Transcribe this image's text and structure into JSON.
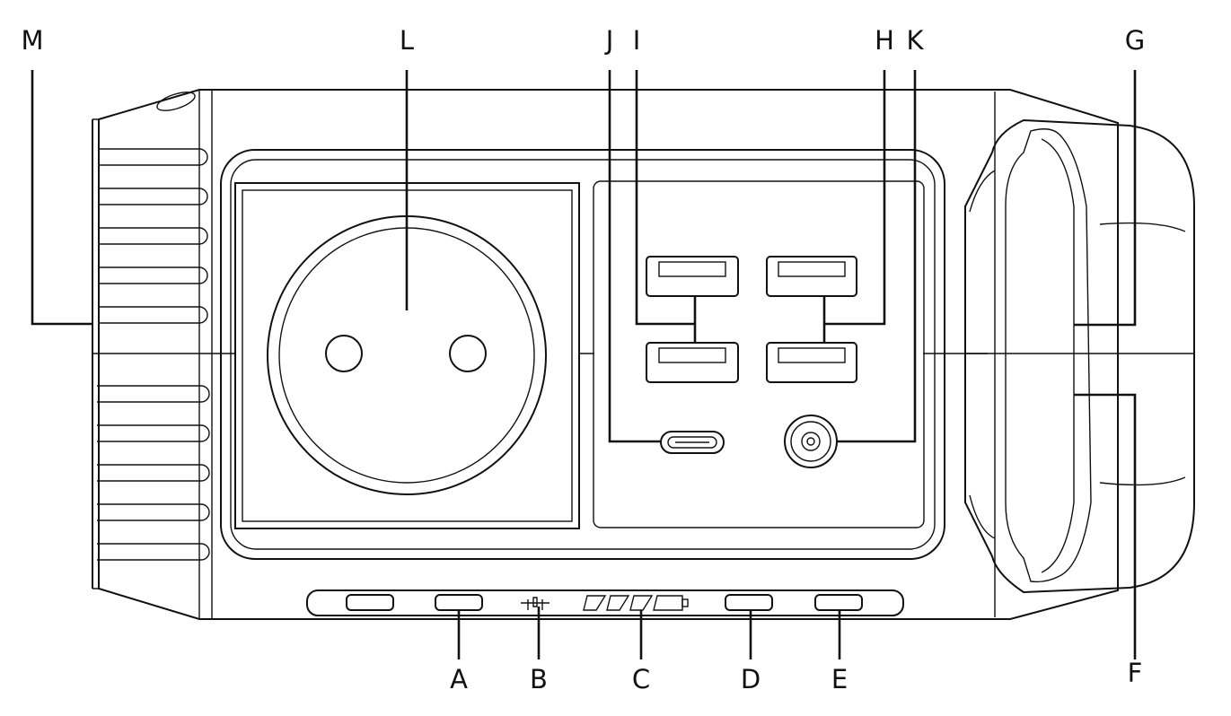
{
  "diagram": {
    "callouts": {
      "A": "A",
      "B": "B",
      "C": "C",
      "D": "D",
      "E": "E",
      "F": "F",
      "G": "G",
      "H": "H",
      "I": "I",
      "J": "J",
      "K": "K",
      "L": "L",
      "M": "M"
    },
    "stroke_color": "#111111",
    "background_color": "#ffffff"
  }
}
